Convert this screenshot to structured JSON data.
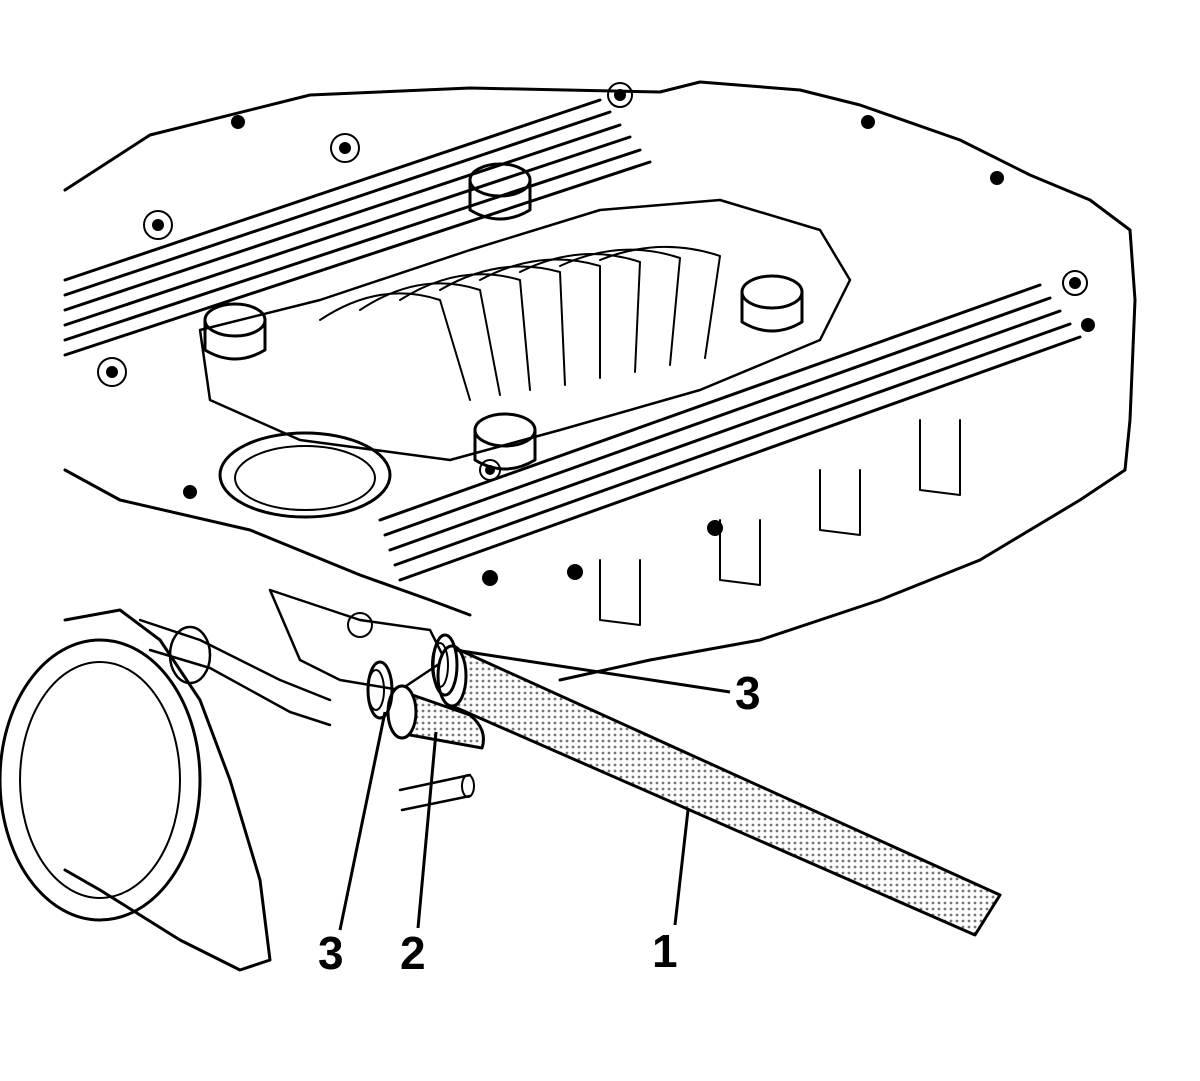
{
  "callouts": {
    "hose": {
      "number": "1"
    },
    "cap": {
      "number": "2"
    },
    "clamp_lower": {
      "number": "3"
    },
    "clamp_upper": {
      "number": "3"
    }
  },
  "colors": {
    "line": "#000000",
    "background": "#ffffff",
    "hose_fill": "#c8c8c8"
  }
}
